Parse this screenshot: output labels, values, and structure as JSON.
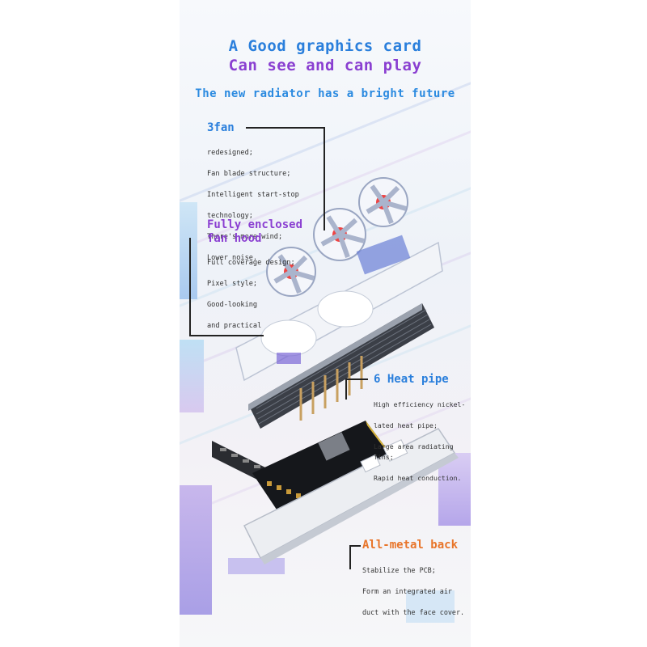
{
  "headline": {
    "line1": "A Good graphics card",
    "line2": "Can see and can play",
    "line3": "The new radiator has a bright future"
  },
  "features": [
    {
      "title": "3fan",
      "desc": [
        "redesigned;",
        "Fan blade structure;",
        "Intelligent start-stop",
        "technology;",
        "There's more wind;",
        "Lower noise."
      ]
    },
    {
      "title_line1": "Fully enclosed",
      "title_line2": "fan hood",
      "desc": [
        "Full coverage design;",
        "Pixel style;",
        "Good-looking",
        "and practical"
      ]
    },
    {
      "title": "6 Heat pipe",
      "desc": [
        "High efficiency nickel-",
        "lated heat pipe;",
        "Large area radiating fins;",
        "Rapid heat conduction."
      ]
    },
    {
      "title": "All-metal back",
      "desc": [
        "Stabilize the PCB;",
        "Form an integrated air",
        "duct with the face cover."
      ]
    }
  ],
  "colors": {
    "blue": "#2a7fdc",
    "purple": "#8a3fd1",
    "orange": "#e8752a"
  },
  "icons": [
    "fan-icon",
    "heatsink-icon",
    "pcb-icon",
    "backplate-icon",
    "bracket-icon"
  ]
}
